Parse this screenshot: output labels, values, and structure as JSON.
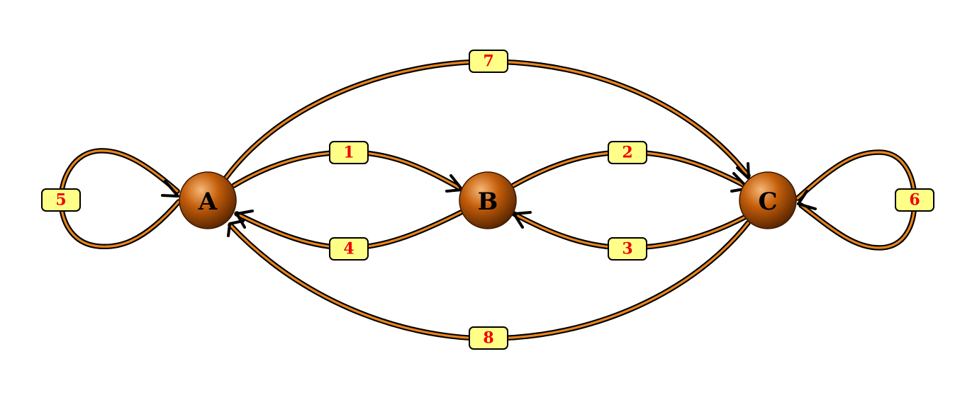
{
  "nodes": [
    {
      "id": "A",
      "label": "A"
    },
    {
      "id": "B",
      "label": "B"
    },
    {
      "id": "C",
      "label": "C"
    }
  ],
  "edges": [
    {
      "id": "e1",
      "from": "A",
      "to": "B",
      "label": "1"
    },
    {
      "id": "e2",
      "from": "B",
      "to": "C",
      "label": "2"
    },
    {
      "id": "e3",
      "from": "C",
      "to": "B",
      "label": "3"
    },
    {
      "id": "e4",
      "from": "B",
      "to": "A",
      "label": "4"
    },
    {
      "id": "e5",
      "from": "A",
      "to": "A",
      "label": "5"
    },
    {
      "id": "e6",
      "from": "C",
      "to": "C",
      "label": "6"
    },
    {
      "id": "e7",
      "from": "A",
      "to": "C",
      "label": "7"
    },
    {
      "id": "e8",
      "from": "C",
      "to": "A",
      "label": "8"
    }
  ],
  "colors": {
    "node_fill": "#c25d0a",
    "node_highlight": "#f7b877",
    "node_shadow": "#5a2600",
    "edge_inner": "#e8841c",
    "edge_outer": "#000000",
    "label_fill": "#ffff88",
    "label_text": "#ee0000"
  }
}
